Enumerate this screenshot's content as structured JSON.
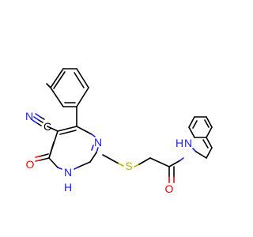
{
  "colors": {
    "carbon_bond": "#000000",
    "nitrogen": "#1a1aff",
    "oxygen": "#ff0000",
    "sulfur": "#b3b300",
    "background": "#ffffff"
  },
  "atom_labels": {
    "nitrile_n": "N",
    "nitrile_c": "C",
    "carbonyl_o_ring": "O",
    "ring_nh_n": "N",
    "ring_nh_h": "H",
    "ring_n": "N",
    "thioether_s": "S",
    "amide_o": "O",
    "amide_nh_n": "N",
    "amide_nh_h": "H"
  }
}
